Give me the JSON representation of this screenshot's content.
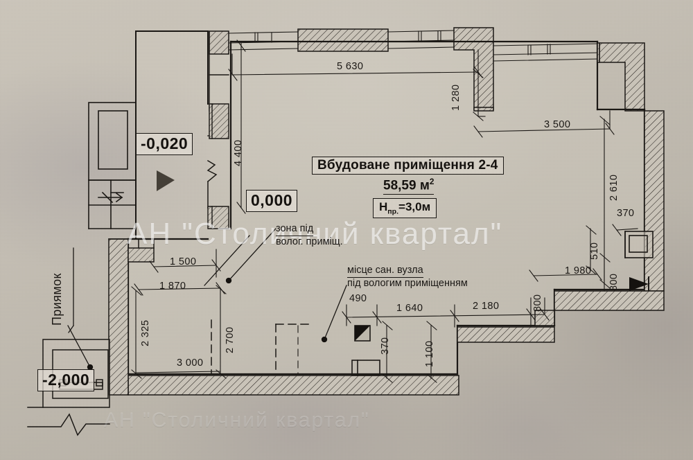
{
  "document": {
    "type": "architectural-floor-plan",
    "language": "uk"
  },
  "watermark": {
    "primary": "АН \"Столичний квартал\"",
    "secondary": "АН \"Столичний квартал\""
  },
  "room": {
    "title": "Вбудоване приміщення 2-4",
    "area": "58,59 м",
    "area_sup": "2",
    "height_prefix": "H",
    "height_sub": "пр.",
    "height_value": "=3,0м"
  },
  "elevations": [
    {
      "name": "elevation-minus-0-020",
      "value": "-0,020"
    },
    {
      "name": "elevation-zero",
      "value": "0,000"
    },
    {
      "name": "elevation-minus-2-000",
      "value": "-2,000"
    }
  ],
  "notes": {
    "zone_line1": "зона під",
    "zone_line2": "волог. приміщ.",
    "san_line1": "місце сан. вузла",
    "san_line2": "під вологим приміщенням",
    "pit": "Приямок"
  },
  "dimensions": {
    "top": "5 630",
    "top_right": "3 500",
    "right_1280": "1 280",
    "right_2610": "2 610",
    "right_370": "370",
    "right_510": "510",
    "right_800": "800",
    "right_800b": "800",
    "right_1980": "1 980",
    "left_4400": "4 400",
    "left_1500": "1 500",
    "left_1870": "1 870",
    "left_2325": "2 325",
    "left_2700": "2 700",
    "left_3000": "3 000",
    "bottom_490": "490",
    "bottom_1640": "1 640",
    "bottom_2180": "2 180",
    "bottom_370": "370",
    "bottom_1100": "1 100"
  },
  "colors": {
    "ink": "#1b1815",
    "paper": "#c6c0b5",
    "wall_fill": "#cfc9be",
    "room_fill": "rgba(205,199,188,0.35)"
  }
}
